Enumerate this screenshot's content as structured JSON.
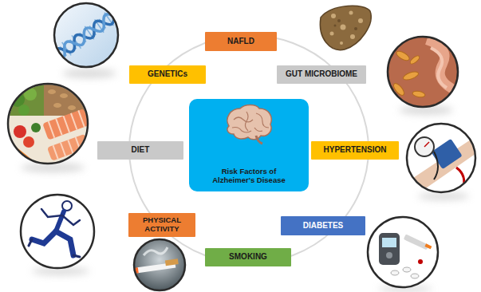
{
  "diagram": {
    "nodes": [
      {
        "text": [
          "NAFLD"
        ]
      },
      {
        "text": [
          "GENETICs"
        ]
      },
      {
        "text": [
          "GUT MICROBIOME"
        ]
      },
      {
        "text": [
          "DIET"
        ]
      },
      {
        "text": [
          "Risk Factors of Alzheimer's Disease"
        ]
      },
      {
        "text": [
          "HYPERTENSION"
        ]
      },
      {
        "text": [
          "PHYSICAL ACTIVITY"
        ]
      },
      {
        "text": [
          "DIABETES"
        ]
      },
      {
        "text": [
          "SMOKING"
        ]
      }
    ]
  }
}
